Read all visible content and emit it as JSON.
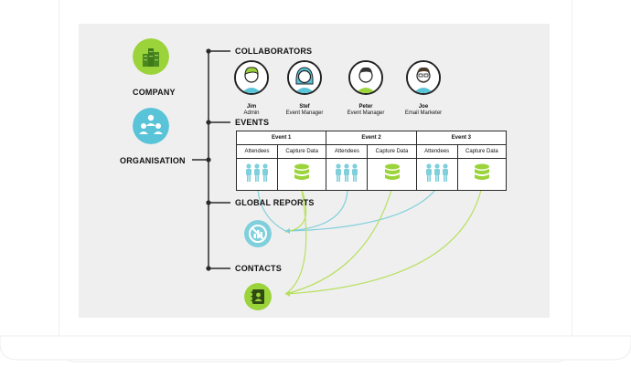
{
  "left": {
    "company_label": "COMPANY",
    "organisation_label": "ORGANISATION"
  },
  "sections": {
    "collaborators": "COLLABORATORS",
    "events": "EVENTS",
    "global_reports": "GLOBAL REPORTS",
    "contacts": "CONTACTS"
  },
  "collaborators": [
    {
      "name": "Jim",
      "role": "Admin"
    },
    {
      "name": "Stef",
      "role": "Event Manager"
    },
    {
      "name": "Peter",
      "role": "Event Manager"
    },
    {
      "name": "Joe",
      "role": "Email Marketer"
    }
  ],
  "events": [
    {
      "title": "Event 1",
      "col1": "Attendees",
      "col2": "Capture Data"
    },
    {
      "title": "Event 2",
      "col1": "Attendees",
      "col2": "Capture Data"
    },
    {
      "title": "Event 3",
      "col1": "Attendees",
      "col2": "Capture Data"
    }
  ],
  "colors": {
    "teal": "#7fcfdc",
    "green": "#9bd33a",
    "green_dark": "#4a8a1c",
    "line": "#2a2a2a"
  },
  "icons": {
    "company": "building-icon",
    "organisation": "group-icon",
    "attendees": "people-icon",
    "capture_data": "database-icon",
    "global_reports": "no-reports-icon",
    "contacts": "contact-book-icon"
  }
}
